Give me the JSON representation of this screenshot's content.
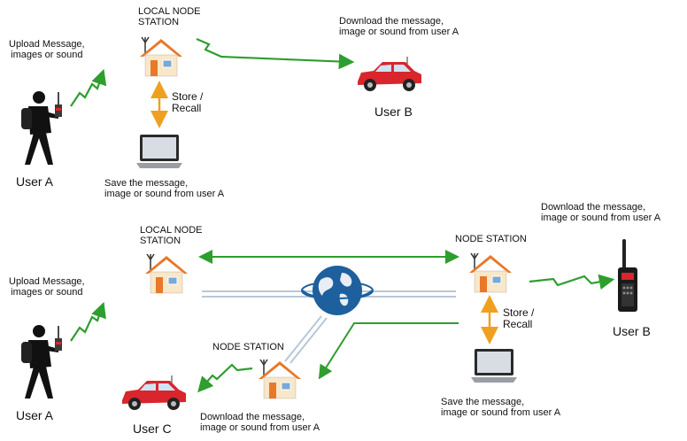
{
  "top": {
    "local_node_station": [
      "LOCAL NODE",
      "STATION"
    ],
    "upload_text": [
      "Upload Message,",
      "images or sound"
    ],
    "user_a": "User A",
    "store_recall": [
      "Store /",
      "Recall"
    ],
    "save_text": [
      "Save the message,",
      "image or sound from user A"
    ],
    "download_text": [
      "Download the message,",
      "image or sound from user A"
    ],
    "user_b": "User B"
  },
  "bottom": {
    "local_node_station": [
      "LOCAL NODE",
      "STATION"
    ],
    "node_station_right": "NODE STATION",
    "node_station_mid": "NODE STATION",
    "upload_text": [
      "Upload Message,",
      "images or sound"
    ],
    "user_a": "User A",
    "download_right_text": [
      "Download the message,",
      "image or sound from user A"
    ],
    "user_b": "User B",
    "store_recall": [
      "Store /",
      "Recall"
    ],
    "save_text": [
      "Save the message,",
      "image or sound from user A"
    ],
    "download_left_text": [
      "Download the message,",
      "image or sound from user A"
    ],
    "user_c": "User C"
  },
  "colors": {
    "green": "#2e9e2e",
    "orange": "#f0a020",
    "house_roof": "#e8782a",
    "house_wall": "#f6e8c8",
    "car_red": "#d8262c",
    "globe_blue": "#1e5f9e",
    "link_blue": "#b8c7d8"
  }
}
